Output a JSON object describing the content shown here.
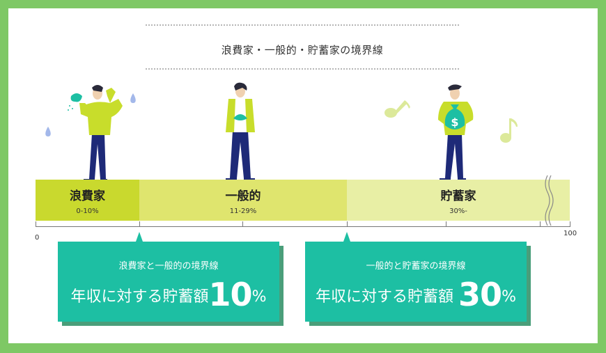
{
  "title": "浪費家・一般的・貯蓄家の境界線",
  "colors": {
    "frame": "#7ec865",
    "segment_spender": "#c9d92e",
    "segment_average": "#dfe56e",
    "segment_saver": "#e8efa5",
    "callout": "#1dbfa3",
    "callout_shadow": "#4a9e7a",
    "figure_shirt": "#c8dd2b",
    "figure_pants": "#1e2a78"
  },
  "segments": [
    {
      "name": "浪費家",
      "range": "0-10%"
    },
    {
      "name": "一般的",
      "range": "11-29%"
    },
    {
      "name": "貯蓄家",
      "range": "30%-"
    }
  ],
  "axis": {
    "min_label": "0",
    "max_label": "100"
  },
  "callouts": [
    {
      "subtitle": "浪費家と一般的の境界線",
      "prefix": "年収に対する貯蓄額",
      "value": "10",
      "unit": "%"
    },
    {
      "subtitle": "一般的と貯蓄家の境界線",
      "prefix": "年収に対する貯蓄額",
      "value": "30",
      "unit": "%"
    }
  ],
  "figures": [
    {
      "label": "spender-figure",
      "icon": "water-drop-icon"
    },
    {
      "label": "average-figure",
      "icon": "wallet-icon"
    },
    {
      "label": "saver-figure",
      "icon": "money-bag-icon"
    }
  ],
  "chart_data": {
    "type": "bar",
    "title": "浪費家・一般的・貯蓄家の境界線",
    "categories": [
      "浪費家",
      "一般的",
      "貯蓄家"
    ],
    "ranges": [
      [
        0,
        10
      ],
      [
        11,
        29
      ],
      [
        30,
        100
      ]
    ],
    "range_labels": [
      "0-10%",
      "11-29%",
      "30%-"
    ],
    "xlim": [
      0,
      100
    ],
    "boundaries": [
      10,
      30
    ],
    "xlabel": "年収に対する貯蓄額 (%)"
  }
}
